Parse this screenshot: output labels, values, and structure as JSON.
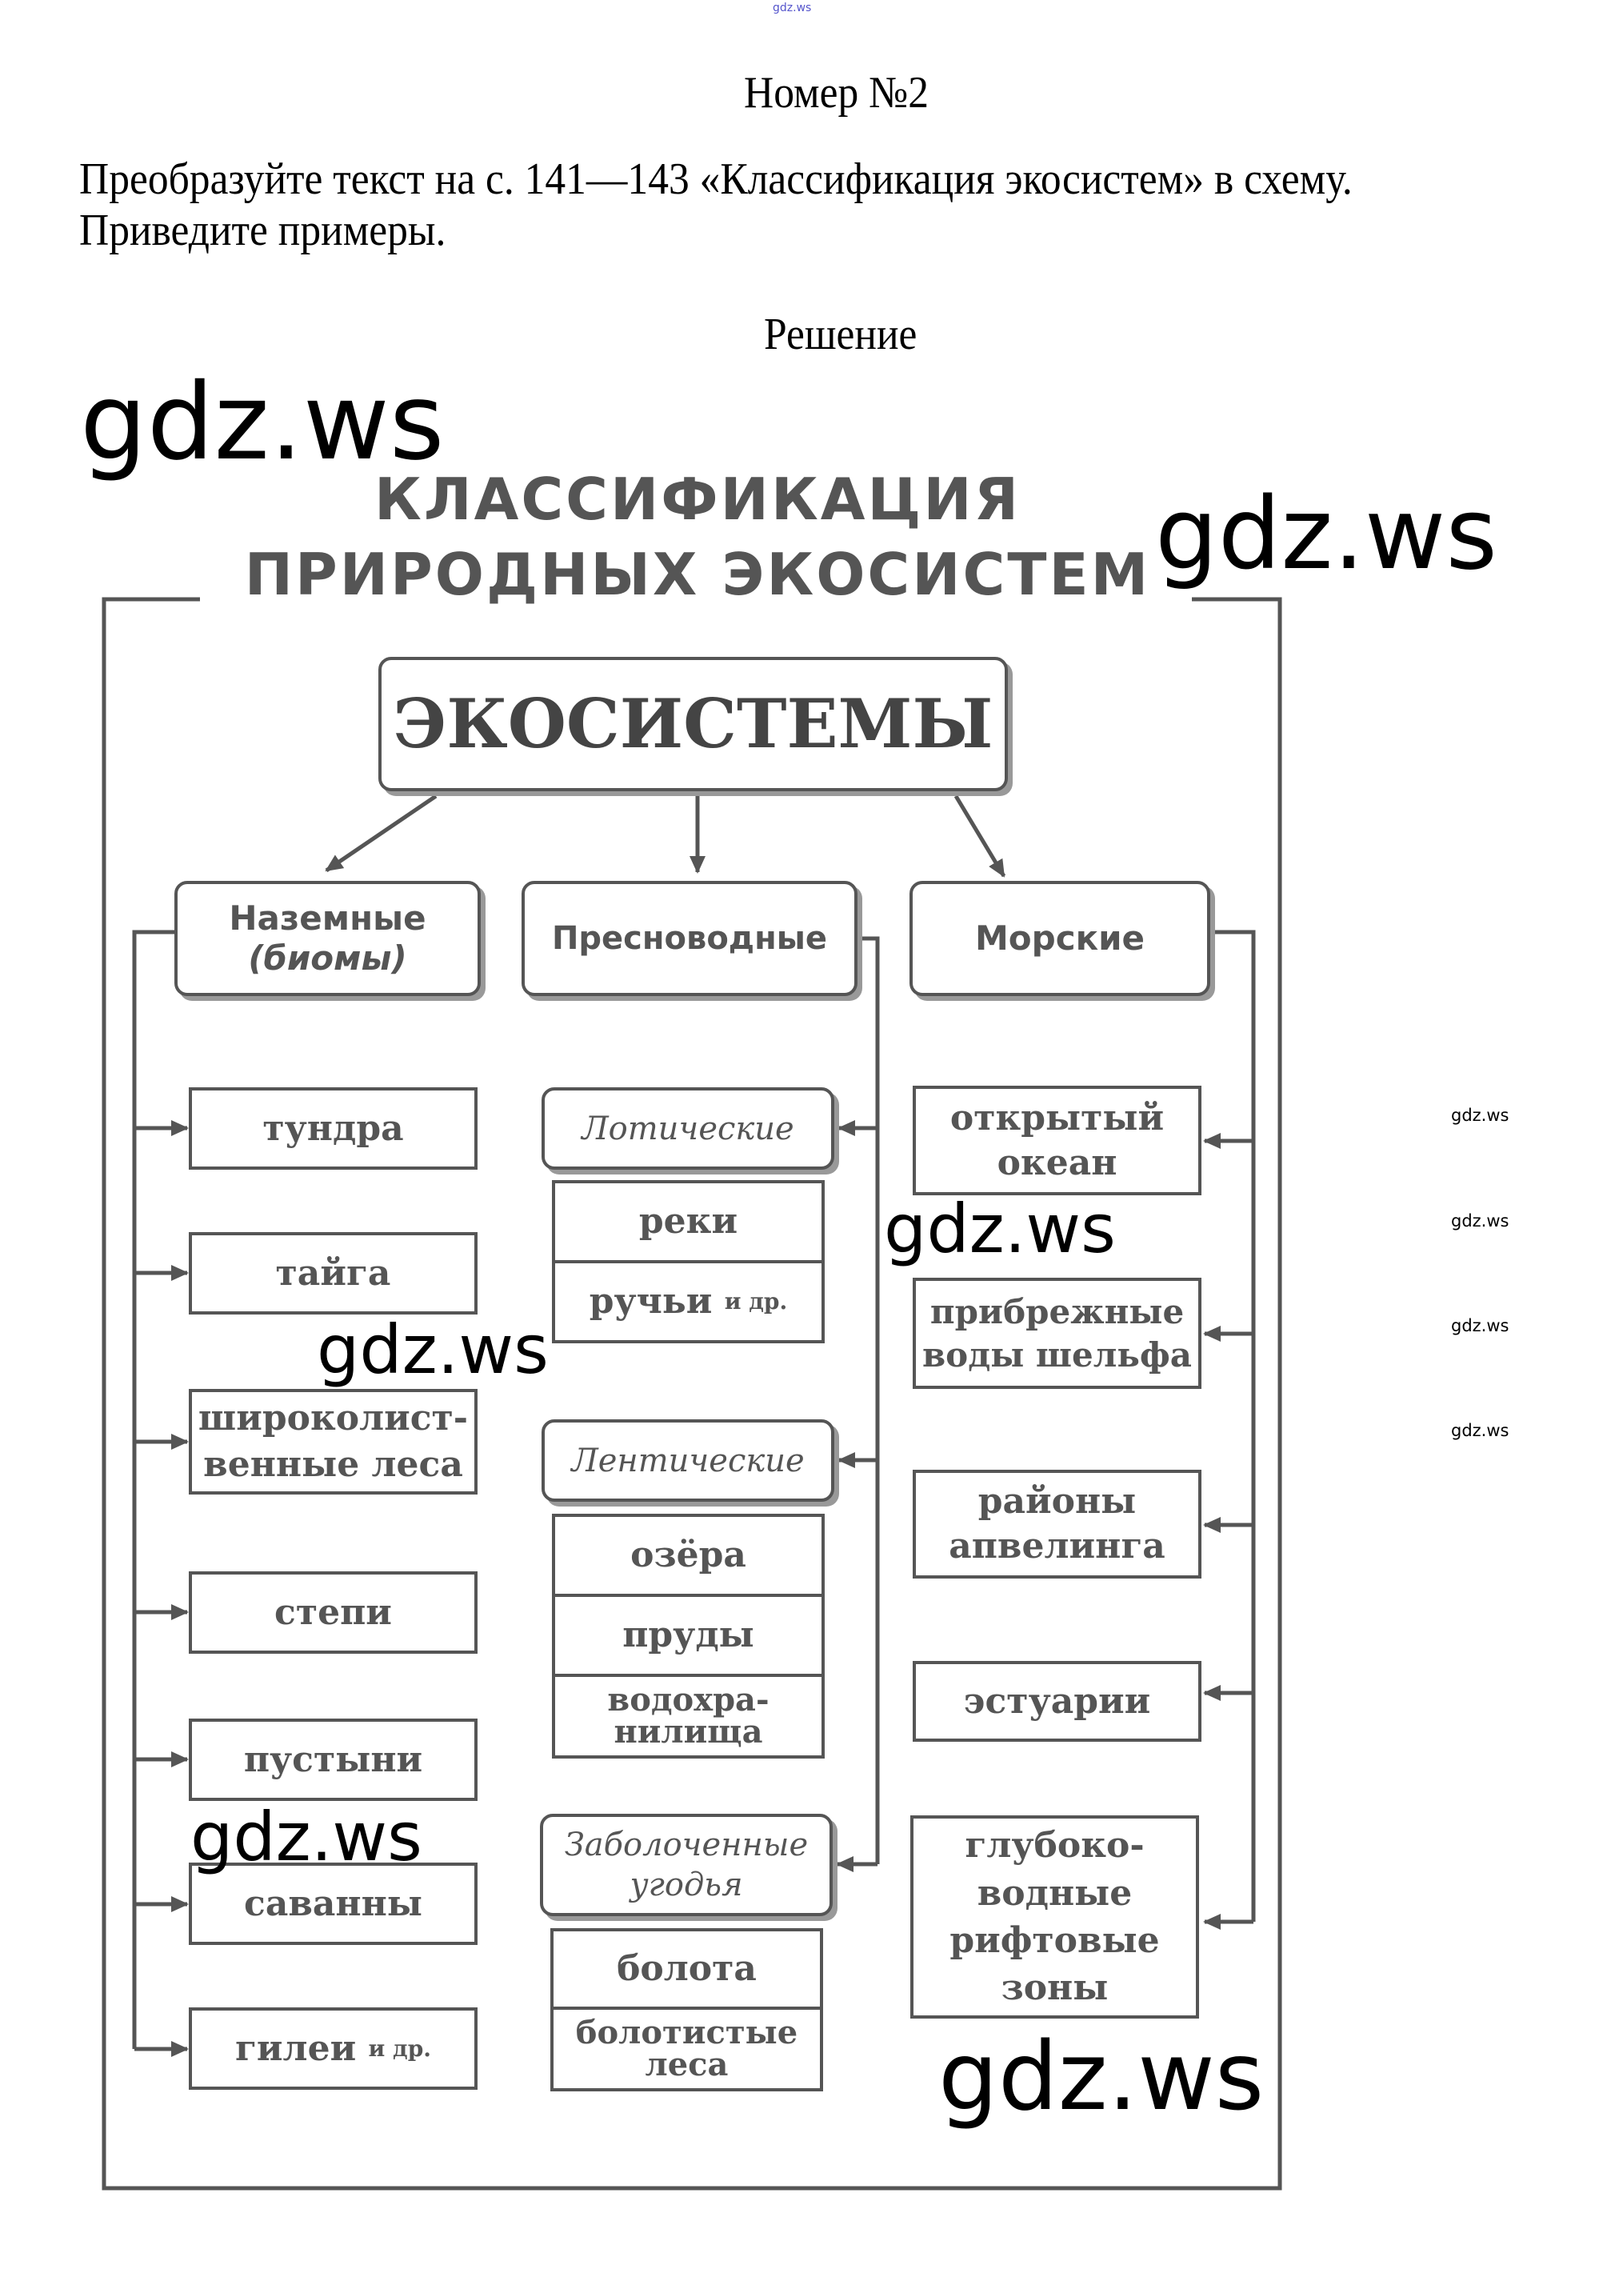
{
  "watermark": "gdz.ws",
  "header": {
    "title": "Номер №2",
    "task_line1": "Преобразуйте текст на с. 141—143 «Классификация экосистем» в схему.",
    "task_line2": "Приведите примеры.",
    "solution": "Решение"
  },
  "diagram": {
    "title_line1": "КЛАССИФИКАЦИЯ",
    "title_line2": "ПРИРОДНЫХ ЭКОСИСТЕМ",
    "root": "ЭКОСИСТЕМЫ",
    "terrestrial": {
      "label_line1": "Наземные",
      "label_line2": "(биомы)",
      "items": [
        "тундра",
        "тайга",
        "широколист-",
        "венные леса",
        "степи",
        "пустыни",
        "саванны",
        "гилеи",
        "и др."
      ]
    },
    "freshwater": {
      "label": "Пресноводные",
      "lotic": "Лотические",
      "lotic_items": [
        "реки",
        "ручьи",
        "и др."
      ],
      "lentic": "Лентические",
      "lentic_items": [
        "озёра",
        "пруды",
        "водохра-",
        "нилища"
      ],
      "wetlands_line1": "Заболоченные",
      "wetlands_line2": "угодья",
      "wetland_items": [
        "болота",
        "болотистые",
        "леса"
      ]
    },
    "marine": {
      "label": "Морские",
      "items": [
        "открытый",
        "океан",
        "прибрежные",
        "воды шельфа",
        "районы",
        "апвелинга",
        "эстуарии",
        "глубоко-",
        "водные",
        "рифтовые",
        "зоны"
      ]
    }
  }
}
